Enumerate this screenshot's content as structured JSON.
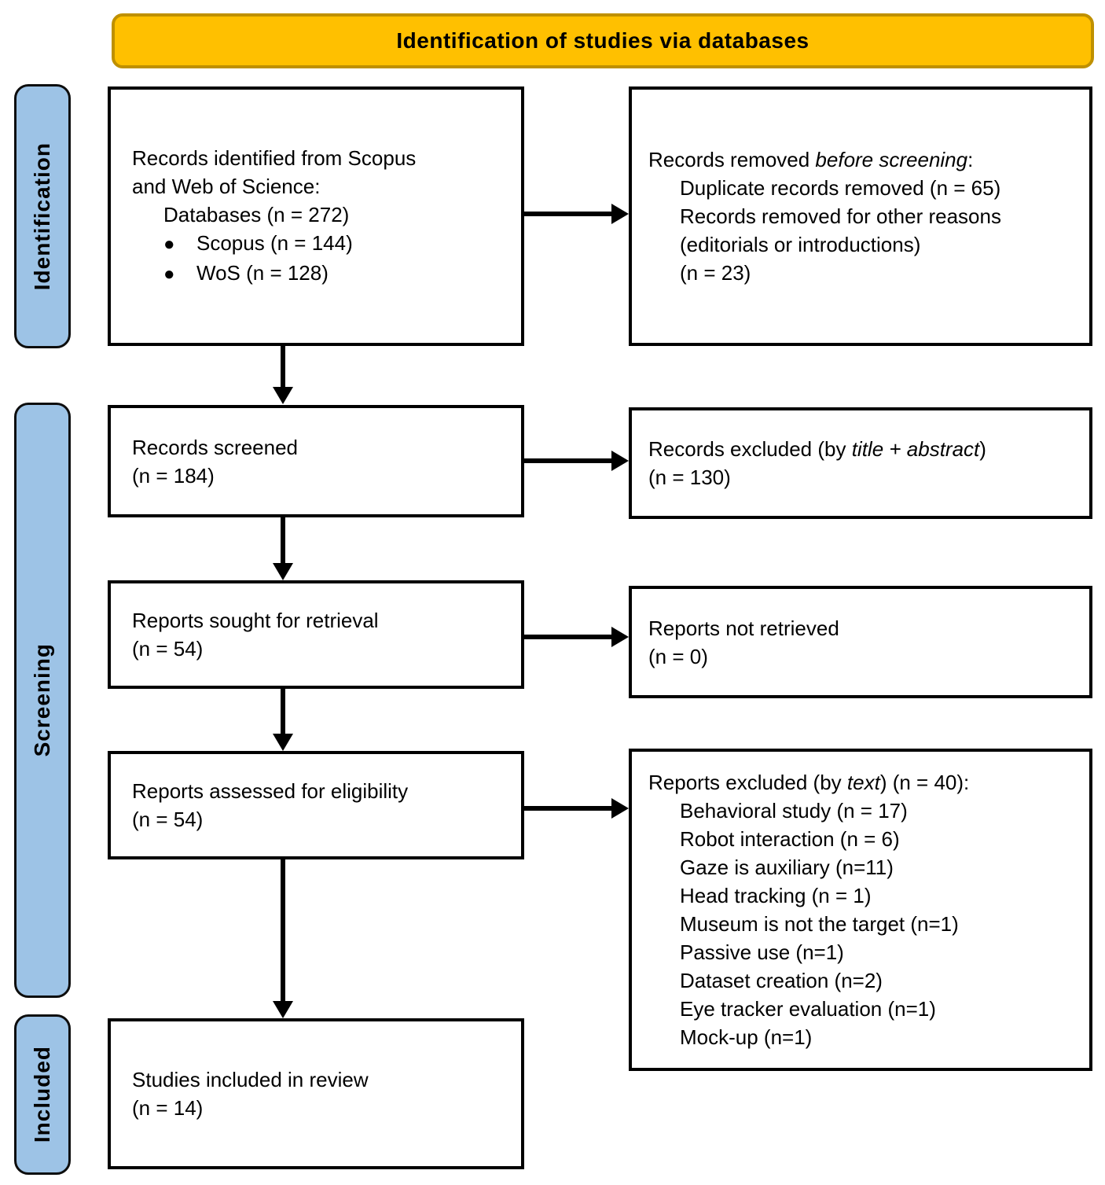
{
  "banner": {
    "title": "Identification of studies via databases"
  },
  "colors": {
    "banner_fill": "#FFC000",
    "banner_border": "#BF9000",
    "stage_fill": "#9DC3E6",
    "stage_border": "#0d0d0d",
    "box_border": "#000000",
    "arrow": "#000000"
  },
  "stages": {
    "identification": {
      "label": "Identification"
    },
    "screening": {
      "label": "Screening"
    },
    "included": {
      "label": "Included"
    }
  },
  "boxes": {
    "records_identified": {
      "lines": [
        {
          "indent": 0,
          "text": "Records identified from Scopus"
        },
        {
          "indent": 0,
          "text": "and Web of Science:"
        },
        {
          "indent": 1,
          "text": "Databases (n = 272)"
        },
        {
          "indent": 1,
          "bullet": true,
          "text": "Scopus (n = 144)"
        },
        {
          "indent": 1,
          "bullet": true,
          "text": "WoS (n = 128)"
        }
      ]
    },
    "records_removed": {
      "lines": [
        {
          "indent": 0,
          "text": "Records removed *before screening*:"
        },
        {
          "indent": 1,
          "text": "Duplicate records removed (n = 65)"
        },
        {
          "indent": 1,
          "text": "Records removed for other reasons"
        },
        {
          "indent": 1,
          "text": "(editorials or introductions)"
        },
        {
          "indent": 1,
          "text": "(n = 23)"
        }
      ]
    },
    "records_screened": {
      "lines": [
        {
          "indent": 0,
          "text": "Records screened"
        },
        {
          "indent": 0,
          "text": "(n = 184)"
        }
      ]
    },
    "records_excluded": {
      "lines": [
        {
          "indent": 0,
          "text": "Records excluded (by *title + abstract*)"
        },
        {
          "indent": 0,
          "text": "(n = 130)"
        }
      ]
    },
    "reports_sought": {
      "lines": [
        {
          "indent": 0,
          "text": "Reports sought for retrieval"
        },
        {
          "indent": 0,
          "text": "(n = 54)"
        }
      ]
    },
    "reports_not_retrieved": {
      "lines": [
        {
          "indent": 0,
          "text": "Reports not retrieved"
        },
        {
          "indent": 0,
          "text": "(n = 0)"
        }
      ]
    },
    "reports_assessed": {
      "lines": [
        {
          "indent": 0,
          "text": "Reports assessed for eligibility"
        },
        {
          "indent": 0,
          "text": "(n = 54)"
        }
      ]
    },
    "reports_excluded": {
      "lines": [
        {
          "indent": 0,
          "text": "Reports excluded (by *text*) (n = 40):"
        },
        {
          "indent": 1,
          "text": "Behavioral study (n = 17)"
        },
        {
          "indent": 1,
          "text": "Robot interaction (n = 6)"
        },
        {
          "indent": 1,
          "text": "Gaze is auxiliary (n=11)"
        },
        {
          "indent": 1,
          "text": "Head tracking (n = 1)"
        },
        {
          "indent": 1,
          "text": "Museum is not the target (n=1)"
        },
        {
          "indent": 1,
          "text": "Passive use (n=1)"
        },
        {
          "indent": 1,
          "text": "Dataset creation (n=2)"
        },
        {
          "indent": 1,
          "text": "Eye tracker evaluation (n=1)"
        },
        {
          "indent": 1,
          "text": "Mock-up (n=1)"
        }
      ]
    },
    "studies_included": {
      "lines": [
        {
          "indent": 0,
          "text": "Studies included in review"
        },
        {
          "indent": 0,
          "text": "(n = 14)"
        }
      ]
    }
  }
}
